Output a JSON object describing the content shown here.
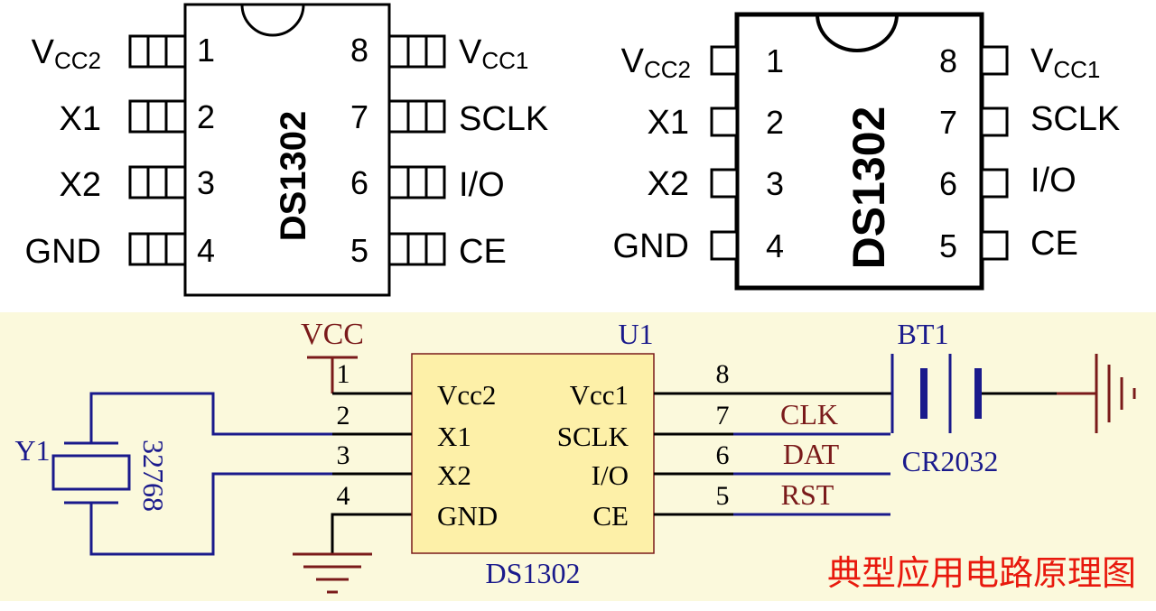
{
  "chip": {
    "name": "DS1302",
    "pins_left": [
      {
        "num": "1",
        "label": "V",
        "sub": "CC2"
      },
      {
        "num": "2",
        "label": "X1",
        "sub": ""
      },
      {
        "num": "3",
        "label": "X2",
        "sub": ""
      },
      {
        "num": "4",
        "label": "GND",
        "sub": ""
      }
    ],
    "pins_right": [
      {
        "num": "8",
        "label": "V",
        "sub": "CC1"
      },
      {
        "num": "7",
        "label": "SCLK",
        "sub": ""
      },
      {
        "num": "6",
        "label": "I/O",
        "sub": ""
      },
      {
        "num": "5",
        "label": "CE",
        "sub": ""
      }
    ]
  },
  "schematic": {
    "vcc_label": "VCC",
    "ref": "U1",
    "part": "DS1302",
    "inner_left": [
      "Vcc2",
      "X1",
      "X2",
      "GND"
    ],
    "inner_right": [
      "Vcc1",
      "SCLK",
      "I/O",
      "CE"
    ],
    "left_nums": [
      "1",
      "2",
      "3",
      "4"
    ],
    "right_nums": [
      "8",
      "7",
      "6",
      "5"
    ],
    "nets": [
      "CLK",
      "DAT",
      "RST"
    ],
    "crystal_ref": "Y1",
    "crystal_value": "32768",
    "battery_ref": "BT1",
    "battery_value": "CR2032",
    "caption": "典型应用电路原理图"
  },
  "colors": {
    "black": "#000000",
    "blue": "#1a1a8c",
    "dark_red": "#7a1a1a",
    "chip_fill": "#fdf0a8",
    "panel_bg": "#fbf9dc",
    "caption": "#e8190d"
  }
}
